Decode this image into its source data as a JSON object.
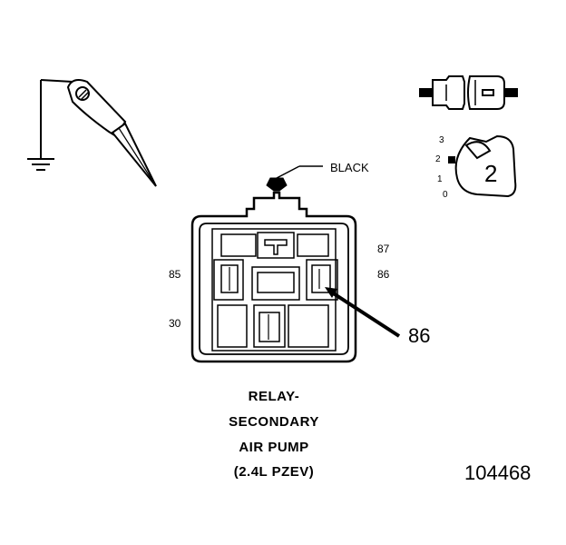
{
  "connector": {
    "wire_color_label": "BLACK",
    "cavity_labels": {
      "c87": "87",
      "c85": "85",
      "c86": "86",
      "c30": "30"
    },
    "callout_label": "86"
  },
  "probe_icon": "ground-probe-icon",
  "terminal_key": {
    "positions": [
      "3",
      "2",
      "1",
      "0"
    ],
    "tool_number": "2"
  },
  "title_lines": [
    "RELAY-",
    "SECONDARY",
    "AIR PUMP",
    "(2.4L PZEV)"
  ],
  "figure_number": "104468"
}
